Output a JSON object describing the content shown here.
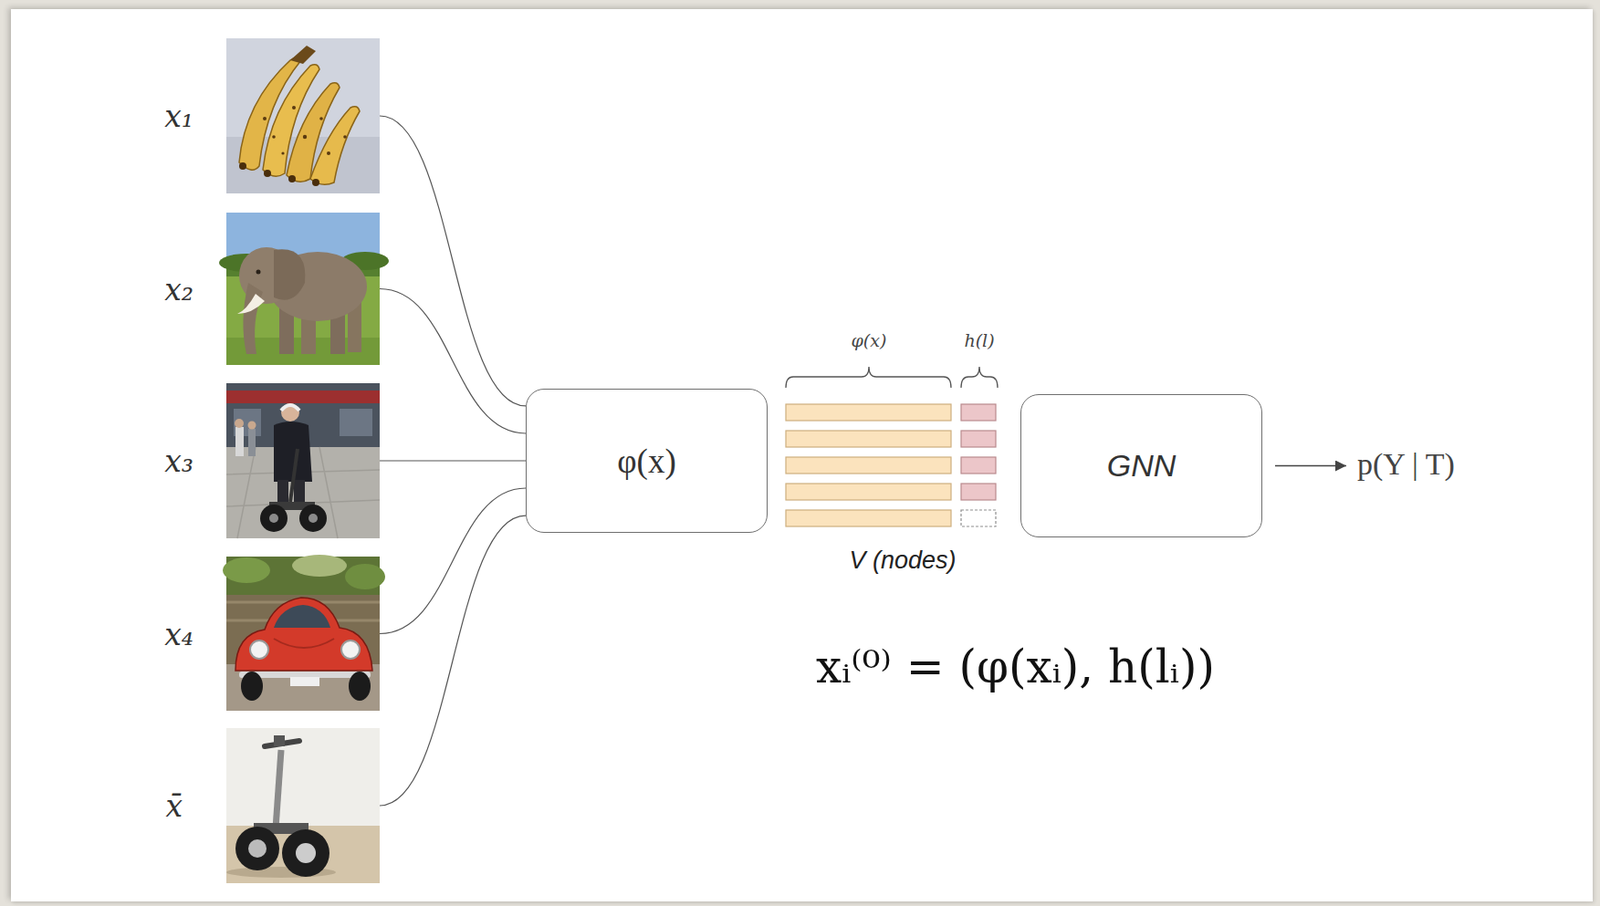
{
  "diagram": {
    "nodes": [
      {
        "text": [
          "x₁"
        ]
      },
      {
        "text": [
          "x₂"
        ]
      },
      {
        "text": [
          "x₃"
        ]
      },
      {
        "text": [
          "x₄"
        ]
      },
      {
        "text": [
          "x̄"
        ]
      },
      {
        "text": [
          "φ(x)"
        ]
      },
      {
        "text": [
          "φ(x)",
          "h(l)",
          "V (nodes)"
        ]
      },
      {
        "text": [
          "GNN"
        ]
      },
      {
        "text": [
          "p(Y | T)"
        ]
      }
    ],
    "edges": [
      {
        "from": 0,
        "to": 5,
        "arrow": "none"
      },
      {
        "from": 1,
        "to": 5,
        "arrow": "none"
      },
      {
        "from": 2,
        "to": 5,
        "arrow": "none"
      },
      {
        "from": 3,
        "to": 5,
        "arrow": "none"
      },
      {
        "from": 4,
        "to": 5,
        "arrow": "none"
      },
      {
        "from": 7,
        "to": 8,
        "arrow": "to"
      }
    ],
    "labels": [
      "xᵢ⁽⁰⁾ = (φ(xᵢ), h(lᵢ))"
    ]
  }
}
